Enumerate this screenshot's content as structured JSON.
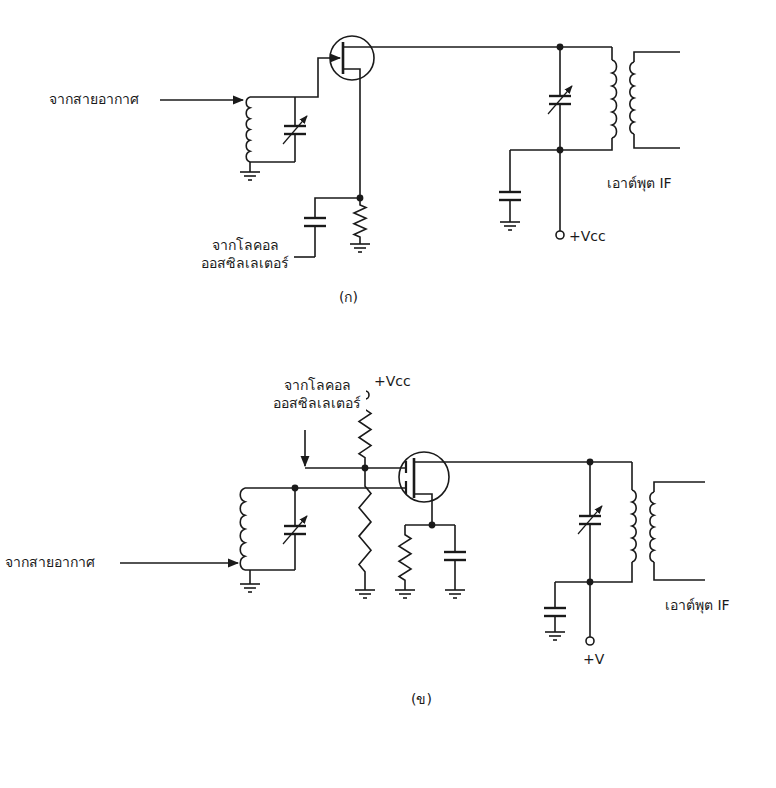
{
  "diagram": {
    "labels": [
      "จากสายอากาศ",
      "เอาต์พุต IF",
      "จากโลคอล ออสซิลเลเตอร์",
      "+Vcc",
      "(ก)",
      "จากโลคอล ออสซิลเลเตอร์",
      "+Vcc",
      "จากสายอากาศ",
      "เอาต์พุต IF",
      "+V",
      "(ข)"
    ]
  }
}
